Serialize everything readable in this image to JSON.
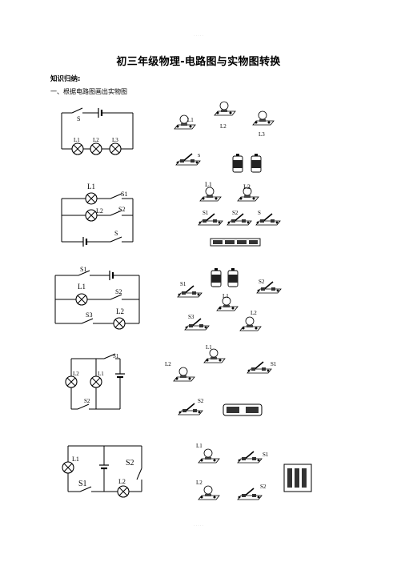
{
  "header_text": "· · · · ·",
  "footer_text": "· · · · ·",
  "title": "初三年级物理-电路图与实物图转换",
  "section_heading": "知识归纳:",
  "subsection_heading": "一、根据电路图画出实物图",
  "label_L1": "L1",
  "label_L2": "L2",
  "label_L3": "L3",
  "label_S": "S",
  "label_S1": "S1",
  "label_S2": "S2",
  "label_S3": "S3"
}
